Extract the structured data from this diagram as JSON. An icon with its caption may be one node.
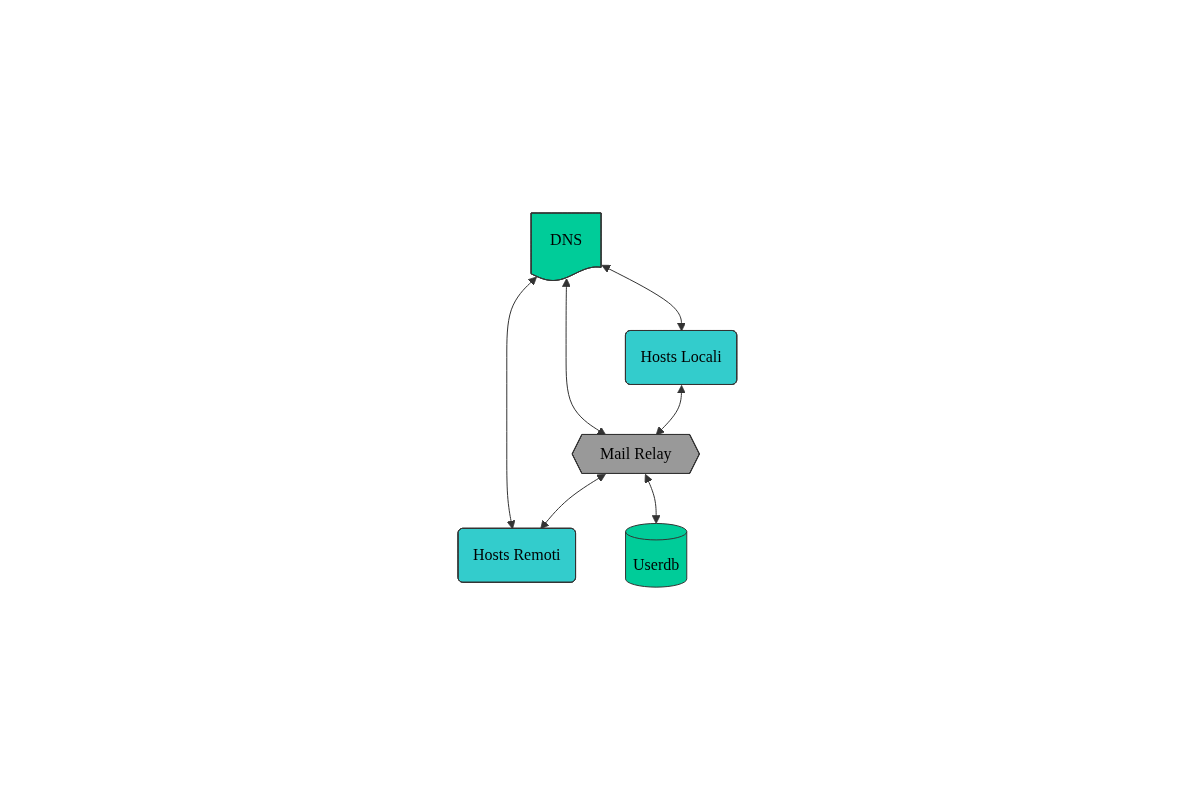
{
  "diagram": {
    "nodes": [
      {
        "text": [
          "DNS"
        ]
      },
      {
        "text": [
          "Hosts Locali"
        ]
      },
      {
        "text": [
          "Mail Relay"
        ]
      },
      {
        "text": [
          "Hosts Remoti"
        ]
      },
      {
        "text": [
          "Userdb"
        ]
      }
    ],
    "edges": [
      {
        "from": 0,
        "to": 1,
        "arrow": "both"
      },
      {
        "from": 0,
        "to": 2,
        "arrow": "both"
      },
      {
        "from": 0,
        "to": 3,
        "arrow": "both"
      },
      {
        "from": 1,
        "to": 2,
        "arrow": "both"
      },
      {
        "from": 2,
        "to": 3,
        "arrow": "both"
      },
      {
        "from": 2,
        "to": 4,
        "arrow": "both"
      }
    ]
  }
}
